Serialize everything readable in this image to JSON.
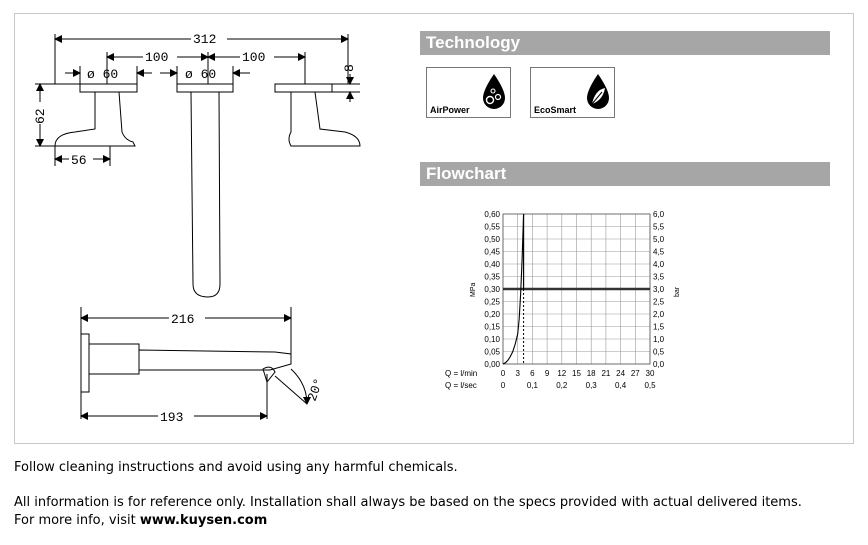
{
  "dimensions": {
    "total_width": "312",
    "spacing_left": "100",
    "spacing_right": "100",
    "diameter_left": "ø 60",
    "diameter_center": "ø 60",
    "plate_thickness": "8",
    "handle_height": "62",
    "handle_depth": "56",
    "spout_length": "216",
    "spout_reach": "193",
    "spout_angle": "20°"
  },
  "technology": {
    "heading": "Technology",
    "badges": [
      {
        "label": "AirPower",
        "icon": "airpower-drop-icon"
      },
      {
        "label": "EcoSmart",
        "icon": "ecosmart-leaf-icon"
      }
    ]
  },
  "flowchart": {
    "heading": "Flowchart"
  },
  "chart_data": {
    "type": "line",
    "y_left_label": "MPa",
    "y_right_label": "bar",
    "y_left_ticks": [
      "0,60",
      "0,55",
      "0,50",
      "0,45",
      "0,40",
      "0,35",
      "0,30",
      "0,25",
      "0,20",
      "0,15",
      "0,10",
      "0,05",
      "0,00"
    ],
    "y_right_ticks": [
      "6,0",
      "5,5",
      "5,0",
      "4,5",
      "4,0",
      "3,5",
      "3,0",
      "2,5",
      "2,0",
      "1,5",
      "1,0",
      "0,5",
      "0,0"
    ],
    "x_row1_label": "Q = l/min",
    "x_row1_ticks": [
      "0",
      "3",
      "6",
      "9",
      "12",
      "15",
      "18",
      "21",
      "24",
      "27",
      "30"
    ],
    "x_row2_label": "Q = l/sec",
    "x_row2_ticks": [
      "0",
      "0,1",
      "0,2",
      "0,3",
      "0,4",
      "0,5"
    ],
    "xlim": [
      0,
      30
    ],
    "ylim": [
      0,
      0.6
    ],
    "grid": true,
    "reference_pressure": 0.3,
    "series": [
      {
        "x": [
          0,
          0.5,
          1,
          1.5,
          2,
          2.5,
          3,
          3.3,
          3.6,
          3.9,
          4.2
        ],
        "y": [
          0,
          0.005,
          0.015,
          0.03,
          0.05,
          0.08,
          0.12,
          0.18,
          0.28,
          0.42,
          0.6
        ]
      }
    ],
    "flow_limit_x": 4.2
  },
  "footer": {
    "line1": "Follow cleaning instructions and avoid using any harmful chemicals.",
    "line2": "All information is for reference only. Installation shall always be based on the specs provided with actual delivered items.",
    "line3_prefix": "For more info, visit ",
    "line3_link": "www.kuysen.com"
  },
  "colors": {
    "header_bg": "#a6a6a6",
    "header_text": "#ffffff",
    "grid_line": "#9a9a9a",
    "reference_line": "#333333"
  }
}
